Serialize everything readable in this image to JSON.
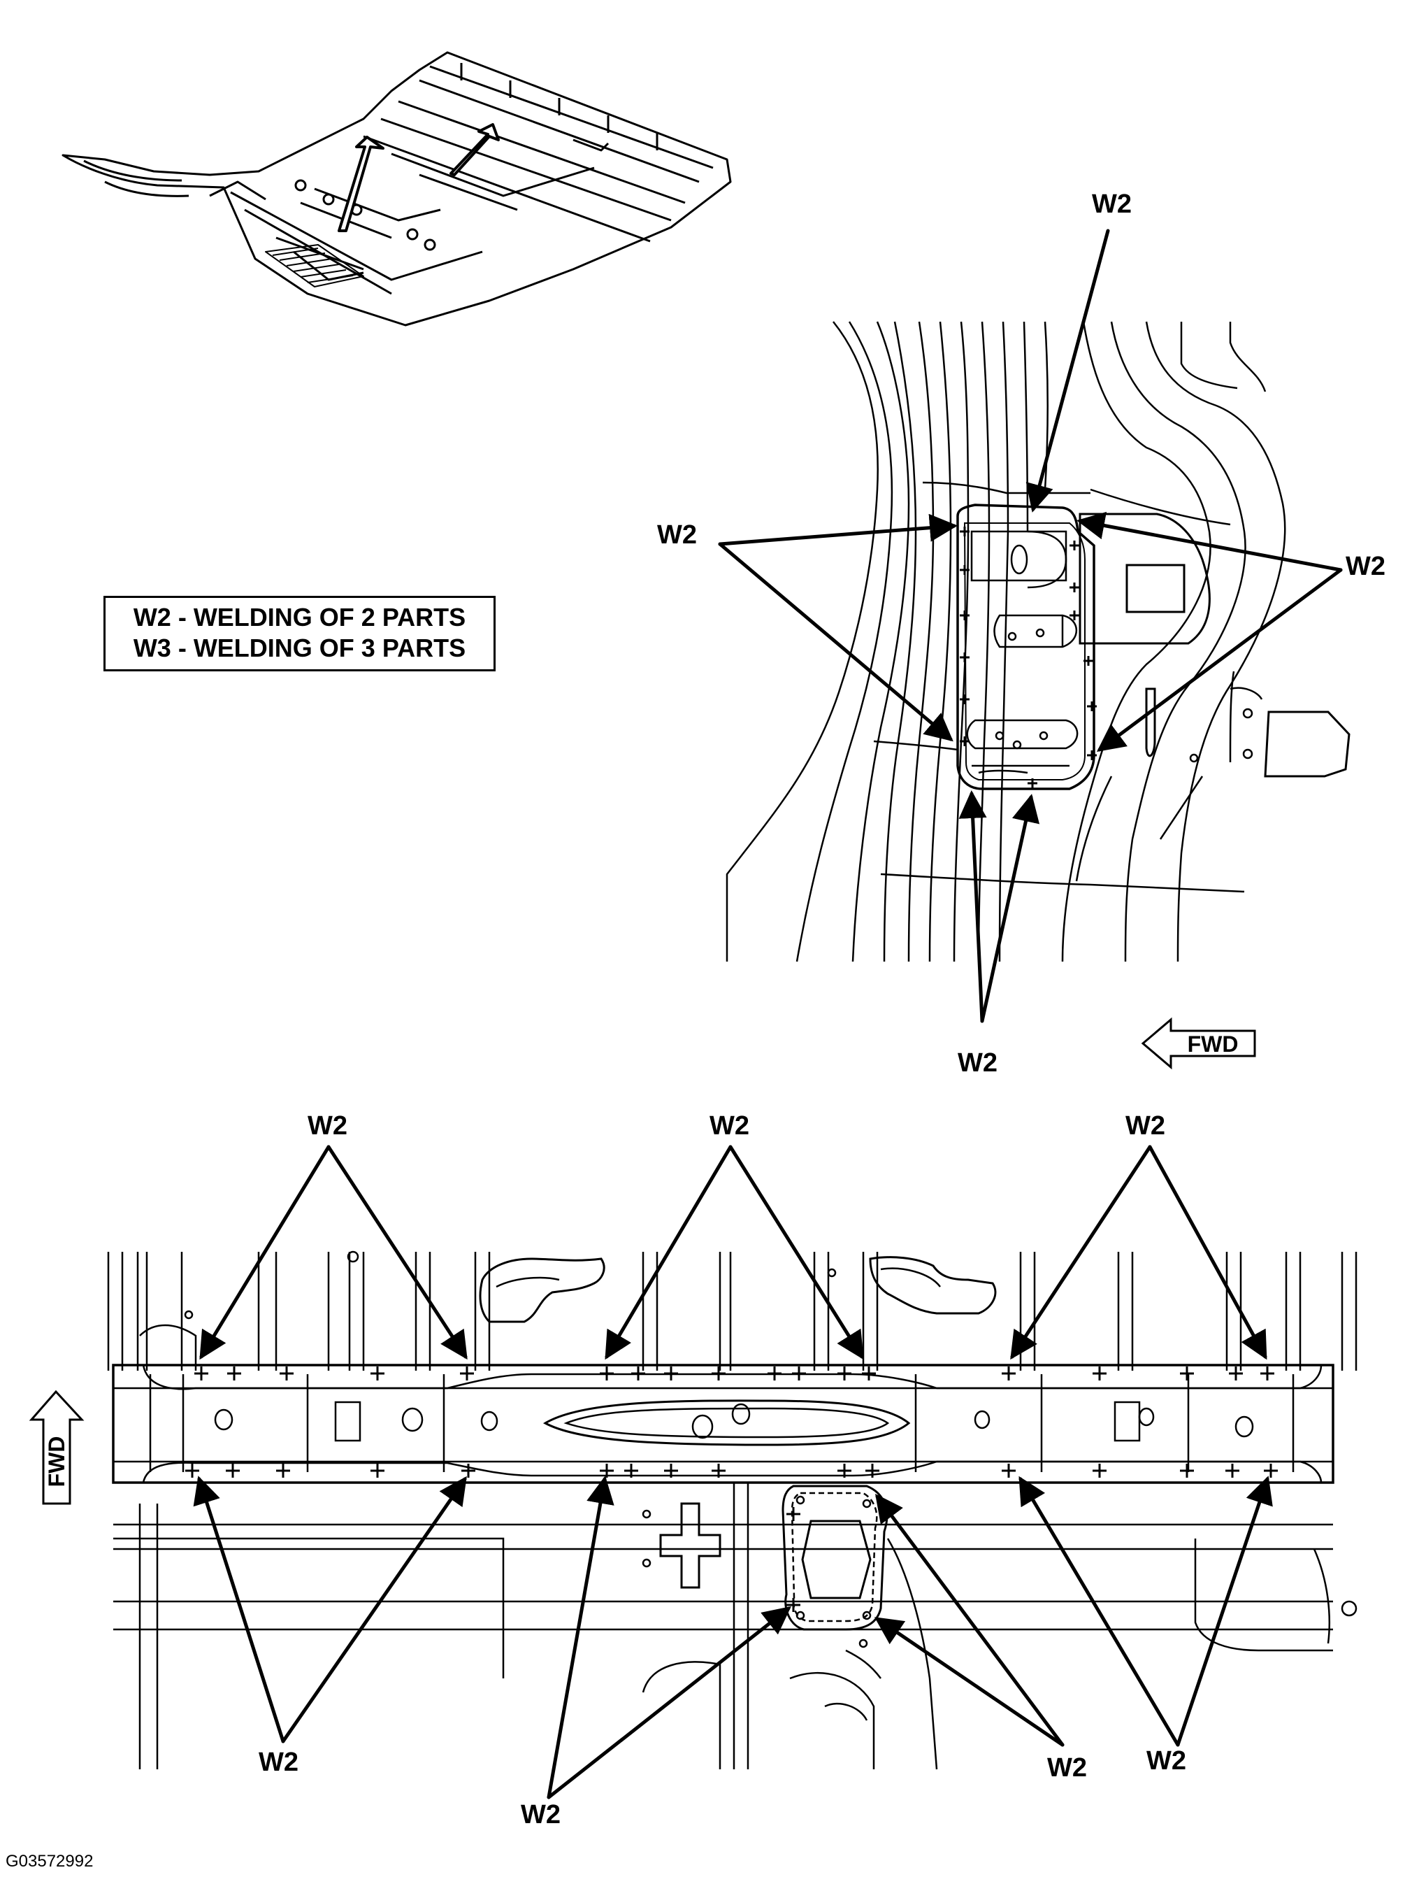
{
  "legend": {
    "w2": "W2 - WELDING OF 2 PARTS",
    "w3": "W3 - WELDING OF 3 PARTS"
  },
  "callout_label": "W2",
  "fwd_label": "FWD",
  "figure_id": "G03572992",
  "colors": {
    "ink": "#000000",
    "paper": "#ffffff"
  },
  "views": [
    "floor-pan-overview",
    "detail-bracket",
    "crossmember-section"
  ]
}
